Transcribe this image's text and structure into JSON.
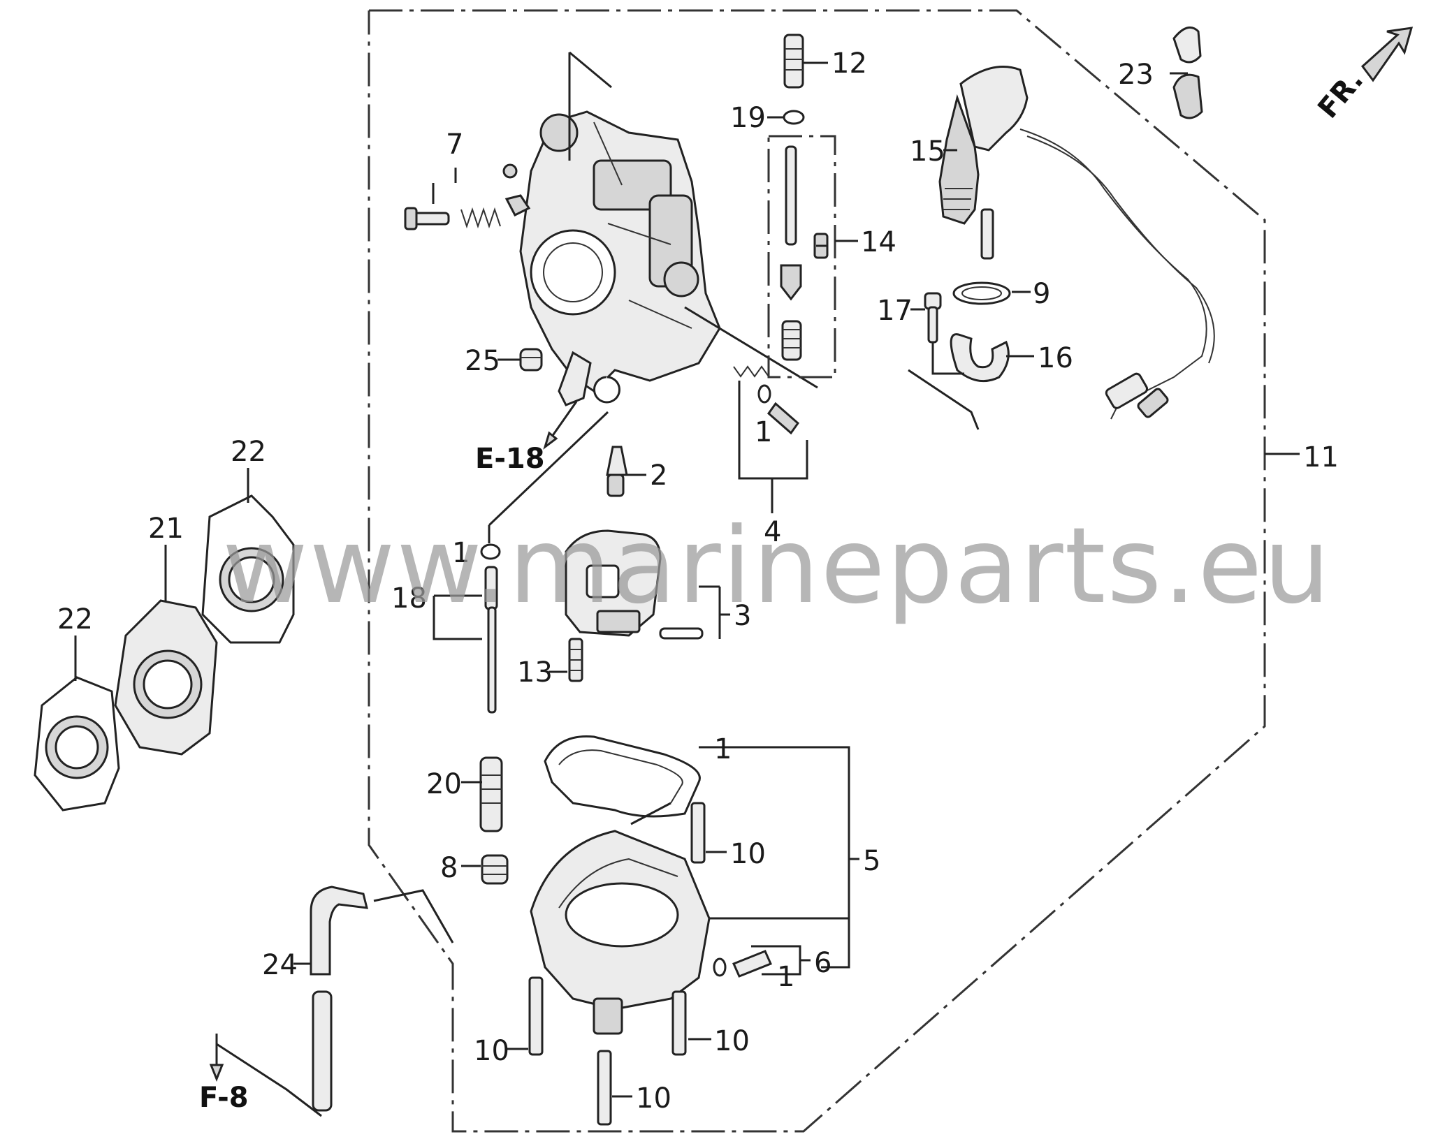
{
  "callouts": {
    "c1a": "1",
    "c1b": "1",
    "c1c": "1",
    "c1d": "1",
    "c2": "2",
    "c3": "3",
    "c4": "4",
    "c5": "5",
    "c6": "6",
    "c7": "7",
    "c8": "8",
    "c9": "9",
    "c10a": "10",
    "c10b": "10",
    "c10c": "10",
    "c10d": "10",
    "c11": "11",
    "c12": "12",
    "c13": "13",
    "c14": "14",
    "c15": "15",
    "c16": "16",
    "c17": "17",
    "c18": "18",
    "c19": "19",
    "c20": "20",
    "c21": "21",
    "c22a": "22",
    "c22b": "22",
    "c23": "23",
    "c24": "24",
    "c25": "25"
  },
  "references": {
    "e18": "E-18",
    "f8": "F-8",
    "fr": "FR."
  },
  "watermark": "www.marineparts.eu"
}
